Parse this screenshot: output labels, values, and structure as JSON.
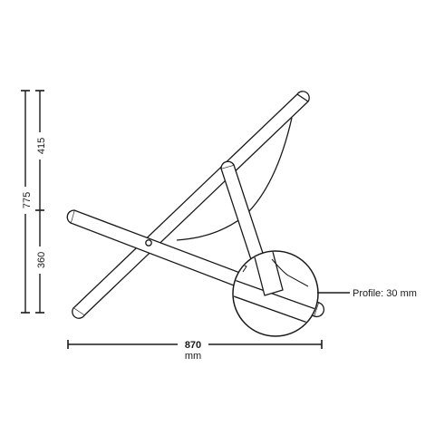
{
  "dimensions": {
    "total_height": "775",
    "upper_height": "415",
    "lower_height": "360",
    "width": "870",
    "width_unit": "mm"
  },
  "callout": {
    "profile": "Profile: 30 mm"
  }
}
